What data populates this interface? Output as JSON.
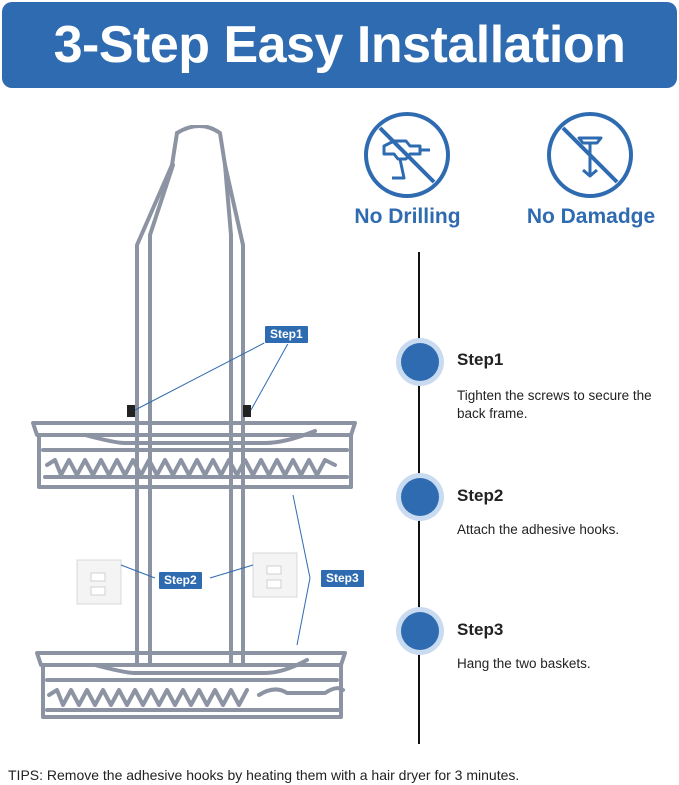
{
  "banner": {
    "title": "3-Step Easy Installation"
  },
  "features": [
    {
      "label": "No Drilling",
      "icon": "no-drill-icon"
    },
    {
      "label": "No Damadge",
      "icon": "no-screw-icon"
    }
  ],
  "steps": [
    {
      "title": "Step1",
      "description": "Tighten the screws to secure the back frame."
    },
    {
      "title": "Step2",
      "description": "Attach the adhesive hooks."
    },
    {
      "title": "Step3",
      "description": "Hang the two baskets."
    }
  ],
  "callouts": {
    "step1": "Step1",
    "step2": "Step2",
    "step3": "Step3"
  },
  "tips": "TIPS: Remove the adhesive hooks by heating them with a hair dryer for 3 minutes.",
  "colors": {
    "brand_blue": "#2f6bb0",
    "light_blue": "#c9dbf0",
    "frame_gray": "#8c93a3"
  }
}
